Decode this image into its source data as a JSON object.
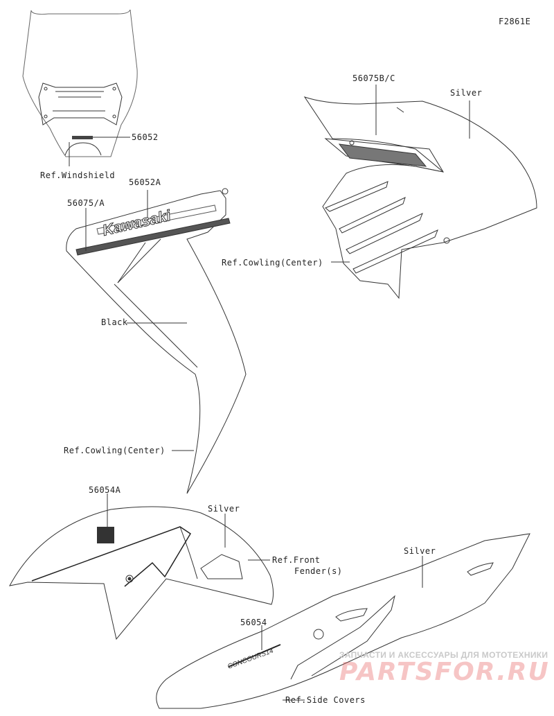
{
  "figure_code": "F2861E",
  "labels": {
    "windshield_part": "56052",
    "windshield_ref": "Ref.Windshield",
    "decal_56052a": "56052A",
    "decal_56075a": "56075/A",
    "decal_56075bc": "56075B/C",
    "color_silver_top": "Silver",
    "cowling_ref_right": "Ref.Cowling(Center)",
    "color_black": "Black",
    "cowling_ref_left": "Ref.Cowling(Center)",
    "decal_56054a": "56054A",
    "color_silver_fender": "Silver",
    "front_fender_ref_line1": "Ref.Front",
    "front_fender_ref_line2": "Fender(s)",
    "color_silver_side": "Silver",
    "decal_56054": "56054",
    "side_covers_ref": "Ref.Side Covers"
  },
  "decal_text": {
    "brand": "Kawasaki",
    "model": "CONCOURS14"
  },
  "watermark": {
    "line1": "ЗАПЧАСТИ И АКСЕССУАРЫ ДЛЯ МОТОТЕХНИКИ",
    "line2": "PARTSFOR.RU"
  }
}
